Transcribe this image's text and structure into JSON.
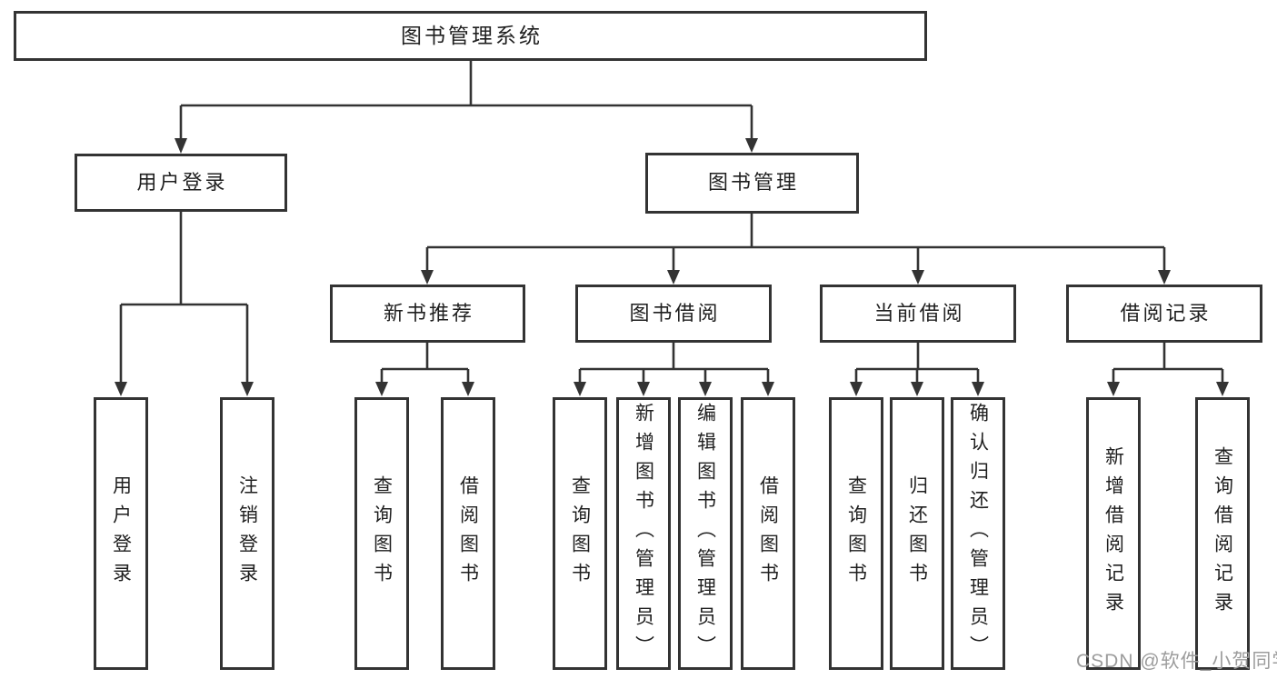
{
  "diagram": {
    "type": "hierarchy-tree",
    "title": "图书管理系统"
  },
  "tree": {
    "label": "图书管理系统",
    "children": [
      {
        "label": "用户登录",
        "children": [
          {
            "label": "用户登录"
          },
          {
            "label": "注销登录"
          }
        ]
      },
      {
        "label": "图书管理",
        "children": [
          {
            "label": "新书推荐",
            "children": [
              {
                "label": "查询图书"
              },
              {
                "label": "借阅图书"
              }
            ]
          },
          {
            "label": "图书借阅",
            "children": [
              {
                "label": "查询图书"
              },
              {
                "label": "新增图书（管理员）"
              },
              {
                "label": "编辑图书（管理员）"
              },
              {
                "label": "借阅图书"
              }
            ]
          },
          {
            "label": "当前借阅",
            "children": [
              {
                "label": "查询图书"
              },
              {
                "label": "归还图书"
              },
              {
                "label": "确认归还（管理员）"
              }
            ]
          },
          {
            "label": "借阅记录",
            "children": [
              {
                "label": "新增借阅记录"
              },
              {
                "label": "查询借阅记录"
              }
            ]
          }
        ]
      }
    ]
  },
  "watermark": {
    "text": "CSDN @软件_小贺同学"
  },
  "colors": {
    "background": "#ffffff",
    "box_border": "#333333",
    "line": "#333333",
    "text": "#1f1f1f",
    "watermark": "#9c9c9c"
  }
}
